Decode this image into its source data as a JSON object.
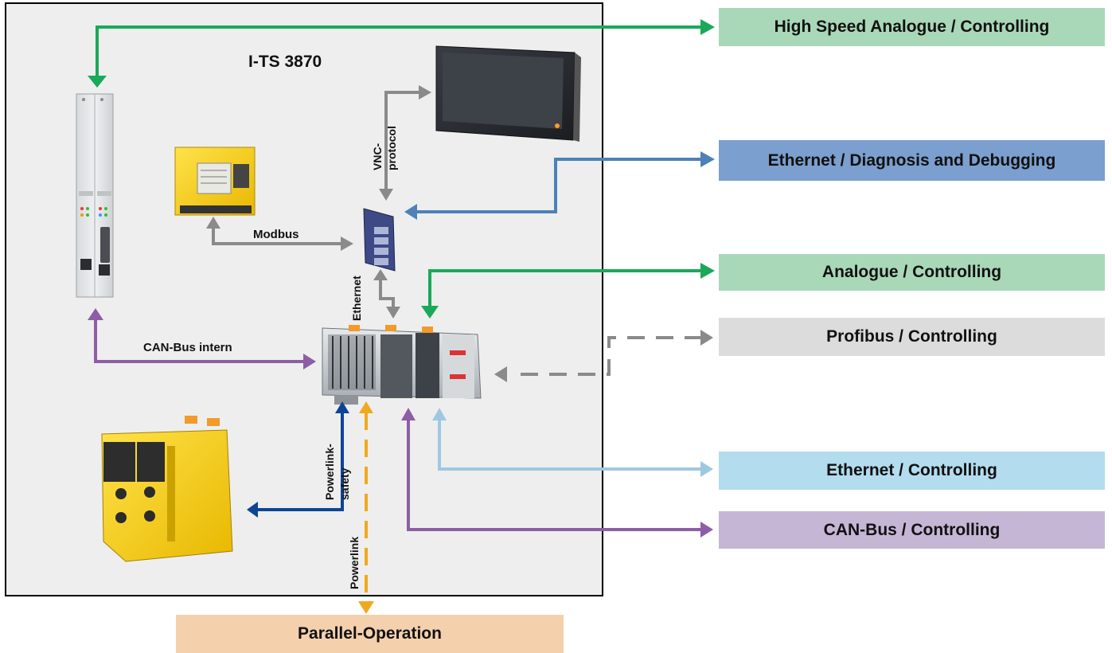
{
  "system": {
    "title": "I-TS 3870"
  },
  "external_interfaces": [
    {
      "id": "high_speed",
      "label": "High Speed Analogue / Controlling",
      "color": "#a8d8b8",
      "arrow_color": "#1aa95a"
    },
    {
      "id": "eth_diag",
      "label": "Ethernet / Diagnosis and Debugging",
      "color": "#7b9fce",
      "arrow_color": "#4c82b8"
    },
    {
      "id": "analogue",
      "label": "Analogue / Controlling",
      "color": "#a8d8b8",
      "arrow_color": "#1aa95a"
    },
    {
      "id": "profibus",
      "label": "Profibus / Controlling",
      "color": "#dcdcdc",
      "arrow_color": "#8a8a8a"
    },
    {
      "id": "eth_ctrl",
      "label": "Ethernet / Controlling",
      "color": "#b3dcee",
      "arrow_color": "#9ec8e2"
    },
    {
      "id": "canbus",
      "label": "CAN-Bus / Controlling",
      "color": "#c6b6d6",
      "arrow_color": "#8d5ea6"
    },
    {
      "id": "parallel",
      "label": "Parallel-Operation",
      "color": "#f4d0ad",
      "arrow_color": "#f0a91e"
    }
  ],
  "connection_labels": {
    "vnc_line1": "VNC-",
    "vnc_line2": "protocol",
    "modbus": "Modbus",
    "ethernet": "Ethernet",
    "can_intern": "CAN-Bus intern",
    "powerlink_line1": "Powerlink-",
    "powerlink_line2": "safety",
    "powerlink": "Powerlink"
  },
  "devices": [
    {
      "id": "rack_module",
      "icon": "rack-module-icon"
    },
    {
      "id": "touch_panel",
      "icon": "touch-panel-icon"
    },
    {
      "id": "modbus_meter",
      "icon": "power-meter-icon"
    },
    {
      "id": "ethernet_switch",
      "icon": "ethernet-switch-icon"
    },
    {
      "id": "plc",
      "icon": "plc-controller-icon"
    },
    {
      "id": "safety_plc",
      "icon": "safety-controller-icon"
    }
  ]
}
